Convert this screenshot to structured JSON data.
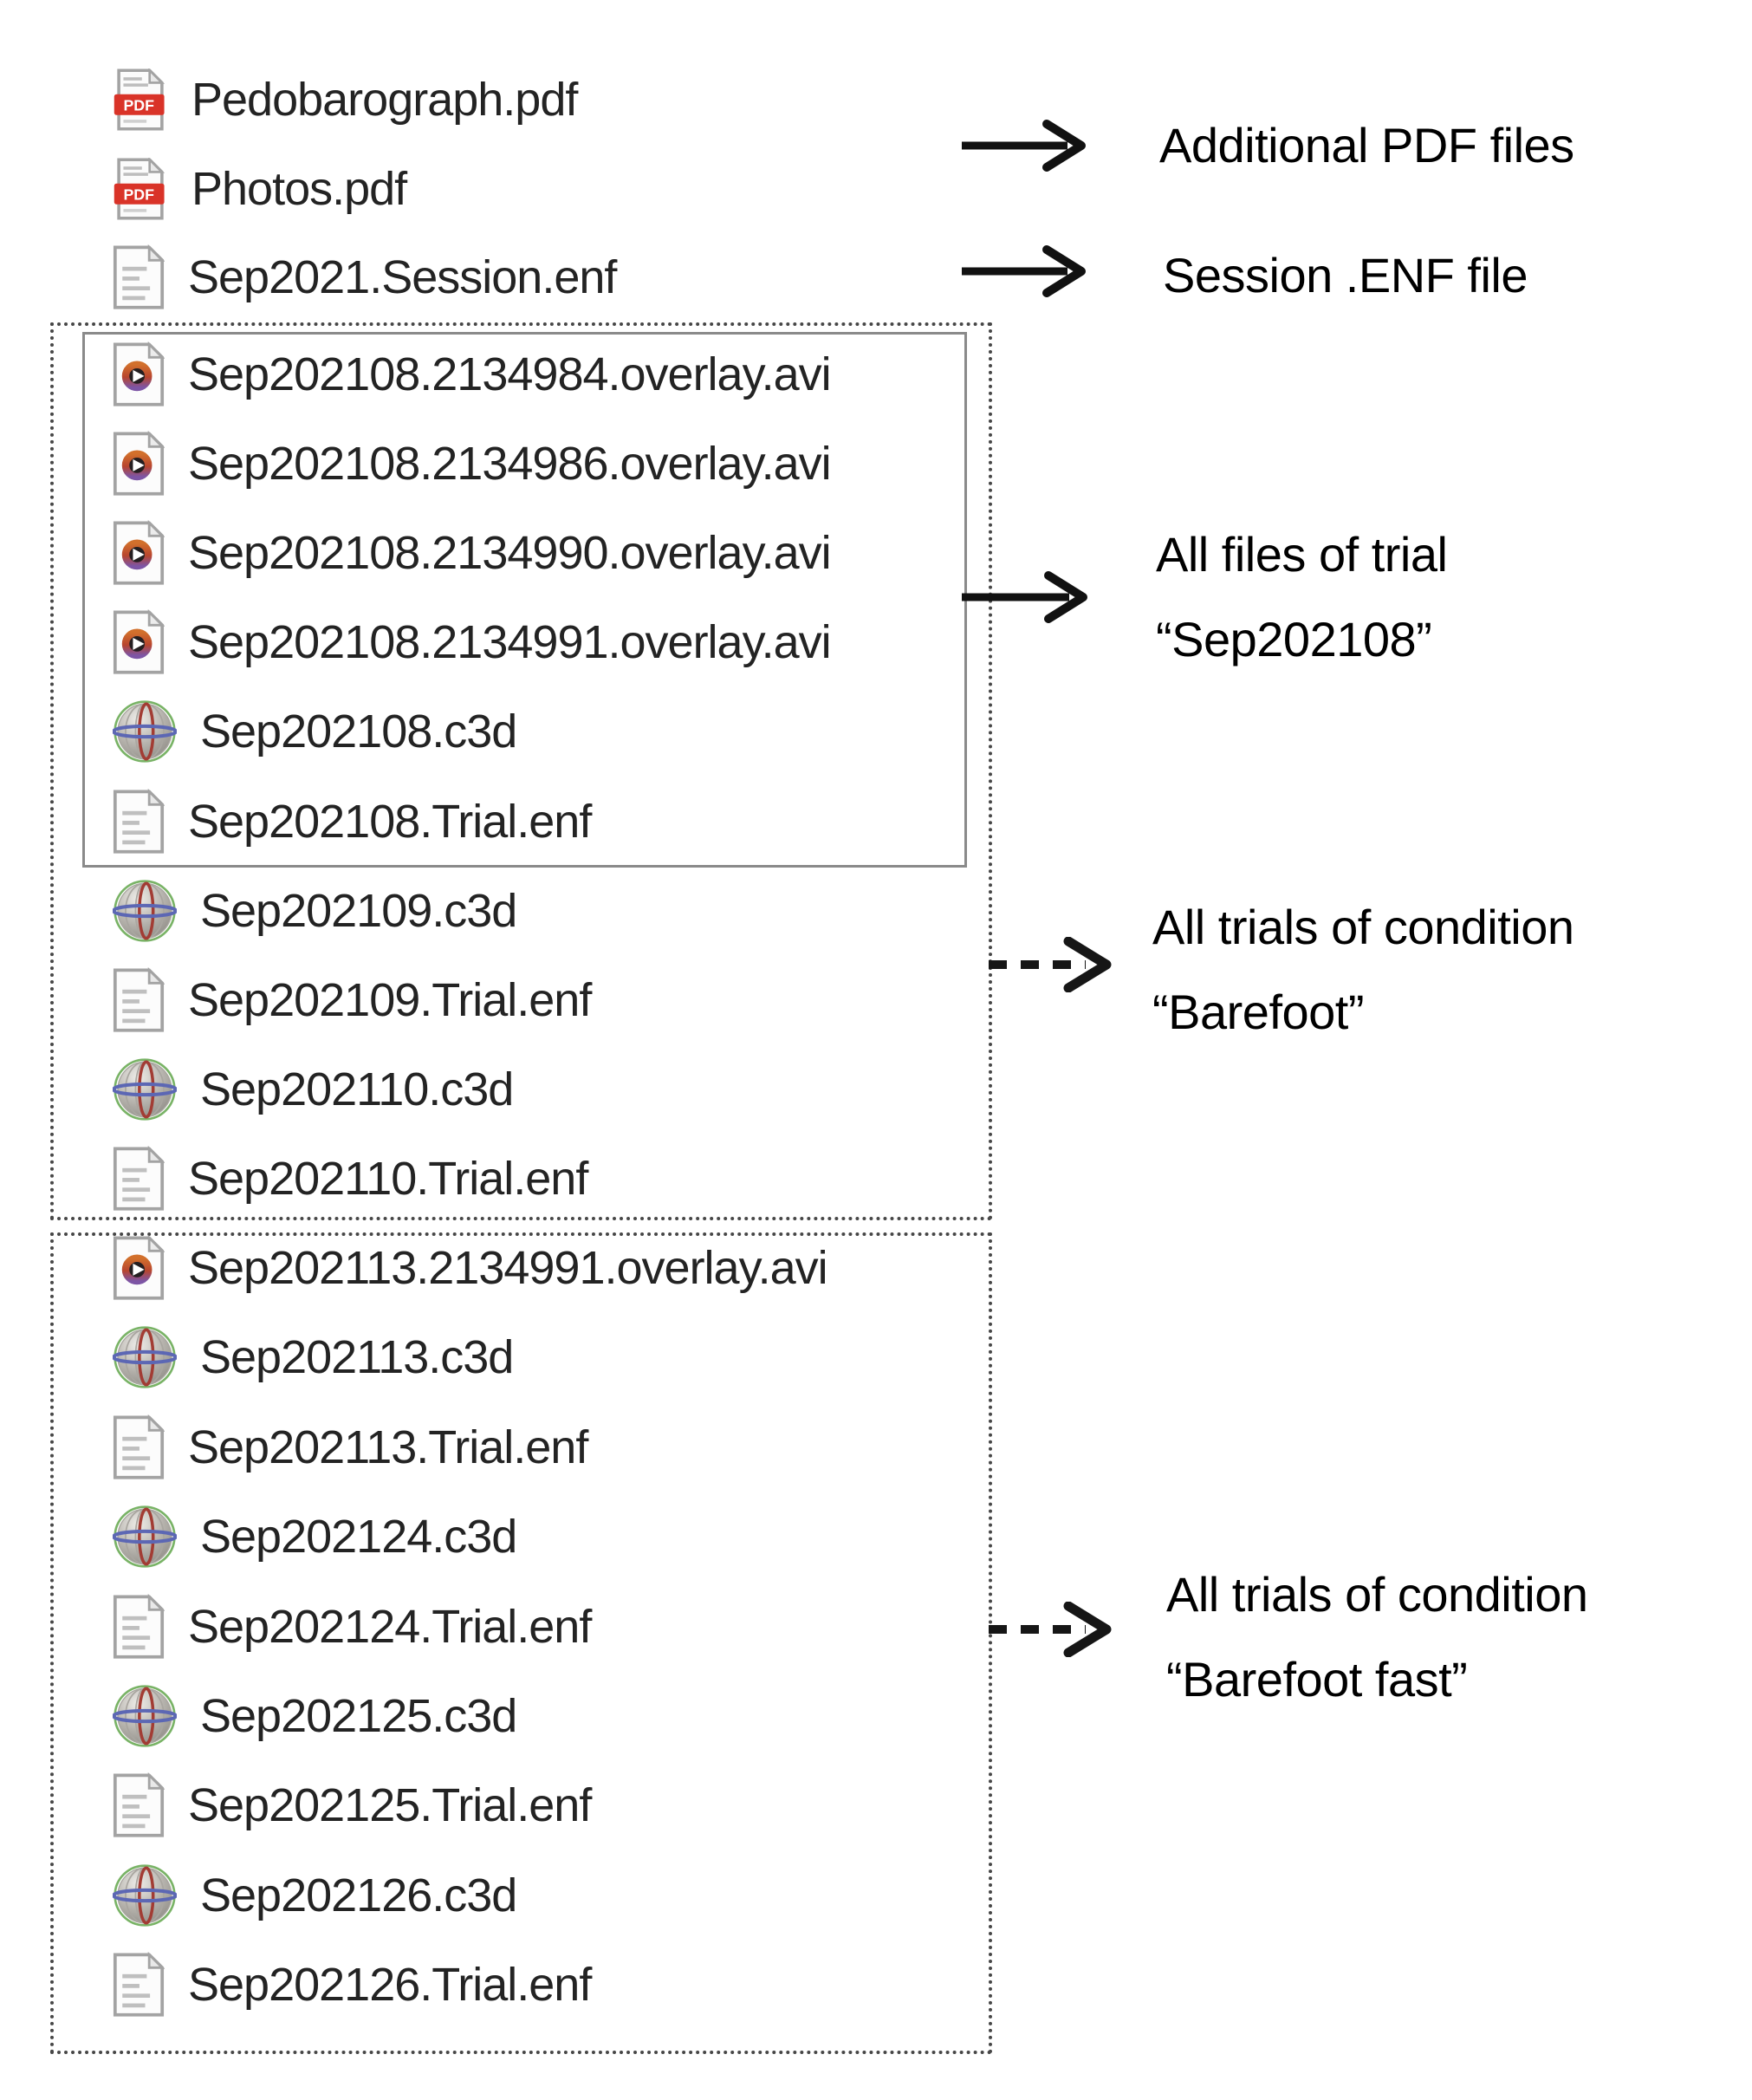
{
  "figure": {
    "files": [
      {
        "name": "Pedobarograph.pdf",
        "type": "pdf"
      },
      {
        "name": "Photos.pdf",
        "type": "pdf"
      },
      {
        "name": "Sep2021.Session.enf",
        "type": "enf"
      },
      {
        "name": "Sep202108.2134984.overlay.avi",
        "type": "avi"
      },
      {
        "name": "Sep202108.2134986.overlay.avi",
        "type": "avi"
      },
      {
        "name": "Sep202108.2134990.overlay.avi",
        "type": "avi"
      },
      {
        "name": "Sep202108.2134991.overlay.avi",
        "type": "avi"
      },
      {
        "name": "Sep202108.c3d",
        "type": "c3d"
      },
      {
        "name": "Sep202108.Trial.enf",
        "type": "enf"
      },
      {
        "name": "Sep202109.c3d",
        "type": "c3d"
      },
      {
        "name": "Sep202109.Trial.enf",
        "type": "enf"
      },
      {
        "name": "Sep202110.c3d",
        "type": "c3d"
      },
      {
        "name": "Sep202110.Trial.enf",
        "type": "enf"
      },
      {
        "name": "Sep202113.2134991.overlay.avi",
        "type": "avi"
      },
      {
        "name": "Sep202113.c3d",
        "type": "c3d"
      },
      {
        "name": "Sep202113.Trial.enf",
        "type": "enf"
      },
      {
        "name": "Sep202124.c3d",
        "type": "c3d"
      },
      {
        "name": "Sep202124.Trial.enf",
        "type": "enf"
      },
      {
        "name": "Sep202125.c3d",
        "type": "c3d"
      },
      {
        "name": "Sep202125.Trial.enf",
        "type": "enf"
      },
      {
        "name": "Sep202126.c3d",
        "type": "c3d"
      },
      {
        "name": "Sep202126.Trial.enf",
        "type": "enf"
      }
    ],
    "annotations": {
      "additional_pdf": {
        "label": "Additional PDF files"
      },
      "session_enf": {
        "label": "Session .ENF file"
      },
      "trial": {
        "line1": "All files of trial",
        "line2": "“Sep202108”"
      },
      "barefoot": {
        "line1": "All trials of condition",
        "line2": "“Barefoot”"
      },
      "barefoot_fast": {
        "line1": "All trials of condition",
        "line2": "“Barefoot fast”"
      }
    },
    "icons": {
      "pdf": "pdf-file-icon",
      "enf": "text-document-icon",
      "avi": "video-file-icon",
      "c3d": "c3d-motion-file-icon"
    },
    "colors": {
      "pdf_band_red": "#d93328",
      "avi_ring_orange": "#d2702c",
      "avi_ring_purple": "#7d55a5",
      "c3d_ring_green": "#79b366",
      "c3d_meridian_red": "#a23c34",
      "c3d_equator_blue": "#5c67b4",
      "box_solid_gray": "#8a8a8a",
      "box_dotted_black": "#474747",
      "text_black": "#232323"
    }
  }
}
